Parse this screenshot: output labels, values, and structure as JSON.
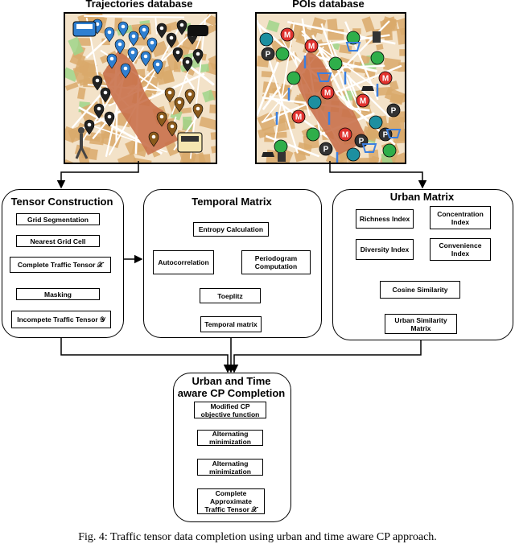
{
  "databases": {
    "trajectories": "Trajectories database",
    "pois": "POIs database"
  },
  "tensor_construction": {
    "title": "Tensor Construction",
    "steps": [
      "Grid Segmentation",
      "Nearest Grid Cell",
      "Complete Traffic Tensor 𝒳",
      "Masking",
      "Incompete Traffic Tensor 𝒴"
    ]
  },
  "temporal_matrix": {
    "title": "Temporal Matrix",
    "entropy": "Entropy Calculation",
    "autocorrelation": "Autocorrelation",
    "periodogram": "Periodogram Computation",
    "toeplitz": "Toeplitz",
    "output": "Temporal matrix"
  },
  "urban_matrix": {
    "title": "Urban Matrix",
    "richness": "Richness Index",
    "concentration": "Concentration Index",
    "diversity": "Diversity Index",
    "convenience": "Convenience Index",
    "cosine": "Cosine Similarity",
    "output": "Urban Similarity Matrix"
  },
  "cp_completion": {
    "title_line1": "Urban and Time",
    "title_line2": "aware CP Completion",
    "steps": [
      "Modified CP objective function",
      "Alternating minimization",
      "Alternating minimization",
      "Complete Approximate Traffic Tensor 𝒳"
    ]
  },
  "caption": "Fig. 4: Traffic tensor data completion using urban and time aware CP approach.",
  "colors": {
    "map_base": "#f3e2c8",
    "map_roads": "#ffffff",
    "map_blocks": "#d9a96b",
    "map_river": "#c9714b",
    "map_green": "#9fd58a",
    "pin_blue": "#2f7fd0",
    "pin_dark": "#222222",
    "pin_brown": "#8a5a1c",
    "poi_red": "#e0332f",
    "poi_green": "#2fae4a",
    "poi_teal": "#1d8fa0",
    "poi_blue": "#3a7fe0"
  },
  "icons": {
    "vehicles": [
      "bus-icon",
      "car-icon",
      "tram-icon",
      "pedestrian-icon"
    ],
    "pois": [
      "metro-icon",
      "bus-stop-icon",
      "cafe-icon",
      "restaurant-icon",
      "shop-icon",
      "fuel-icon",
      "parking-icon",
      "police-icon"
    ]
  }
}
